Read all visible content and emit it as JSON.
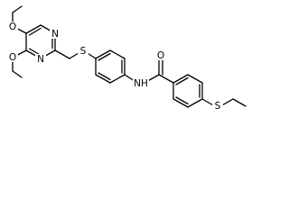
{
  "structure": {
    "atoms": {
      "o_methoxy_top": "O",
      "o_methoxy_bottom": "O",
      "n_ring_top": "N",
      "n_ring_bottom": "N",
      "s_thioether": "S",
      "o_carbonyl": "O",
      "nh_amide": "NH",
      "s_ethylthio": "S"
    }
  }
}
